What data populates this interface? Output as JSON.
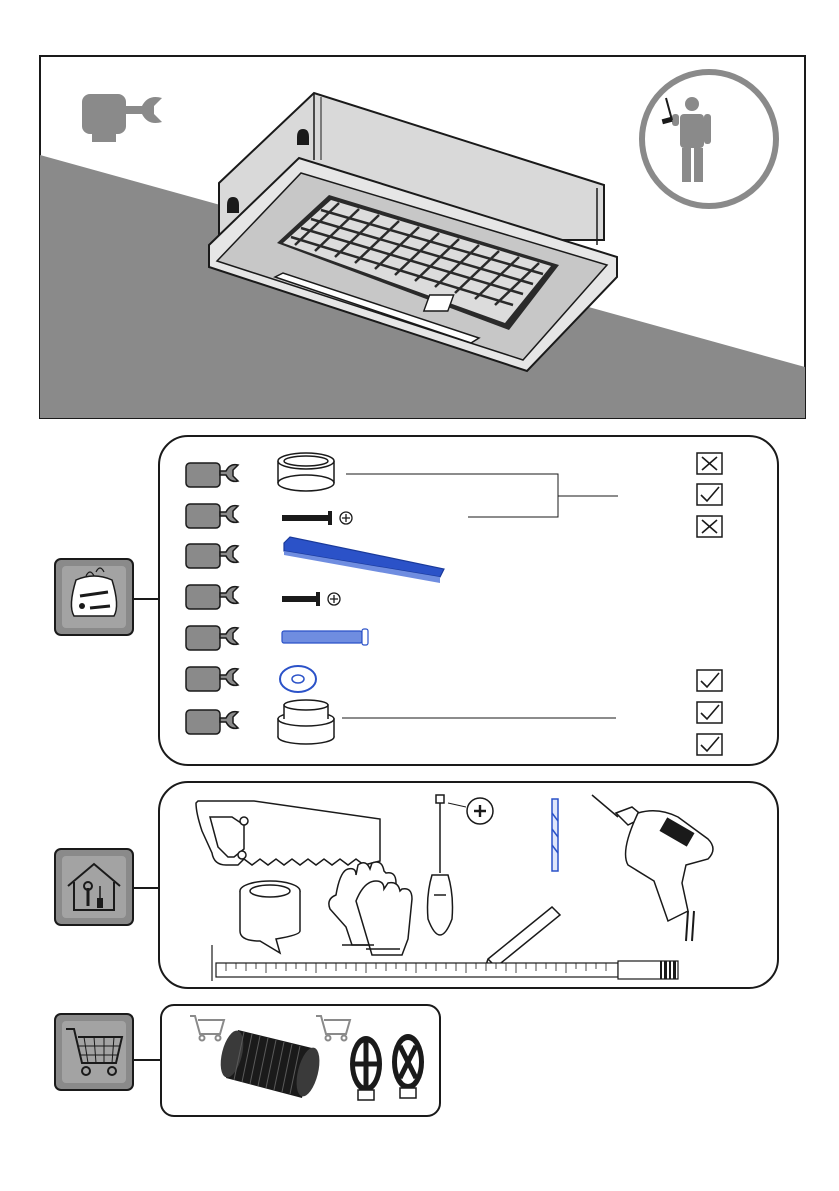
{
  "page": {
    "background": "#ffffff",
    "ink": "#1a1a1a",
    "panel_gray": "#8a8a8a",
    "hood_light": "#dcdcdc",
    "hood_mid": "#c7c7c7",
    "accent_blue": "#2b52c8"
  },
  "hero": {
    "icons": [
      "hood-mount-wrench-icon",
      "installer-person-icon"
    ],
    "installer_count": 1
  },
  "kit": {
    "icon": "accessory-bag-icon",
    "items": [
      {
        "icon": "duct-collar-flange-icon",
        "mark": "cross"
      },
      {
        "icon": "wood-screw-with-phillips-icon",
        "mark": "check"
      },
      {
        "icon": "mounting-bracket-icon",
        "mark": "cross"
      },
      {
        "icon": "wood-screw-with-phillips-icon",
        "mark": ""
      },
      {
        "icon": "wall-plug-icon",
        "mark": ""
      },
      {
        "icon": "washer-icon",
        "mark": "check"
      },
      {
        "icon": "duct-adapter-icon",
        "mark": "check"
      }
    ],
    "marks_top": [
      "cross",
      "check",
      "cross"
    ],
    "marks_bottom": [
      "check",
      "check",
      "check"
    ]
  },
  "tools": {
    "icon": "house-with-tools-icon",
    "items": [
      "saw-icon",
      "phillips-screwdriver-icon",
      "drill-bit-icon",
      "electric-drill-icon",
      "tape-roll-icon",
      "work-gloves-icon",
      "pencil-icon",
      "measuring-tape-icon"
    ]
  },
  "accessories": {
    "icon": "shopping-cart-icon",
    "items": [
      "flexible-duct-hose-icon",
      "carbon-filter-icon",
      "carbon-filter-icon"
    ]
  }
}
